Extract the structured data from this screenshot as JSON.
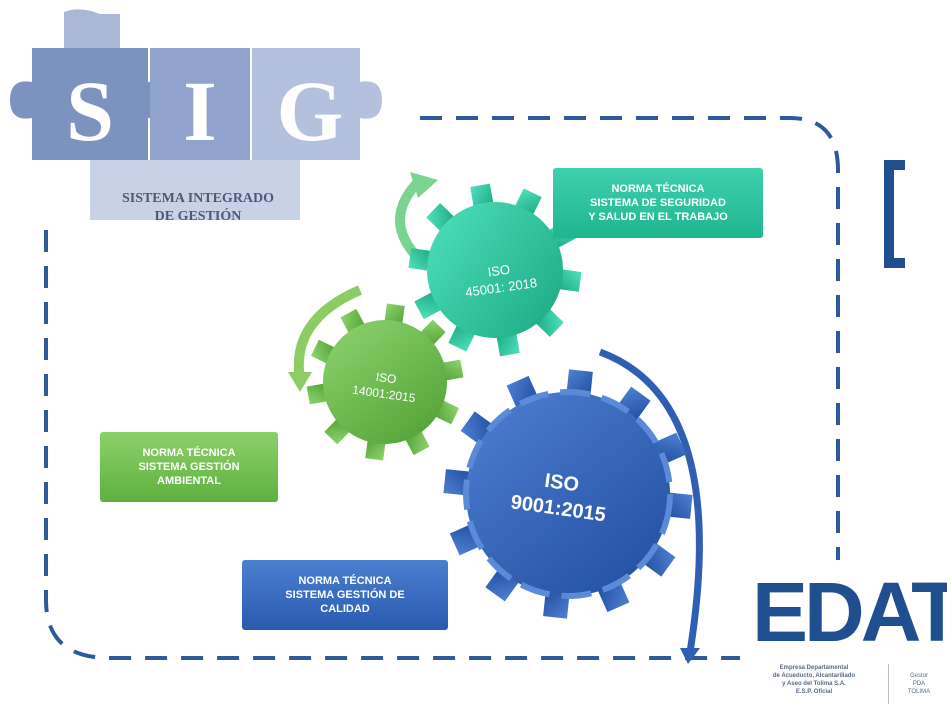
{
  "logo": {
    "letters": [
      "S",
      "I",
      "G"
    ],
    "subtitle_line1": "SISTEMA INTEGRADO",
    "subtitle_line2": "DE GESTIÓN",
    "colors": [
      "#7d93bf",
      "#8fa3cd",
      "#b3c1de"
    ]
  },
  "gears": [
    {
      "line1": "ISO",
      "line2": "45001: 2018",
      "color": "#2ec4a0"
    },
    {
      "line1": "ISO",
      "line2": "14001:2015",
      "color": "#6fbf4c"
    },
    {
      "line1": "ISO",
      "line2": "9001:2015",
      "color": "#2f5fb3"
    }
  ],
  "boxes": {
    "sst": {
      "line1": "NORMA TÉCNICA",
      "line2": "SISTEMA DE SEGURIDAD",
      "line3": "Y SALUD EN EL TRABAJO"
    },
    "ambiental": {
      "line1": "NORMA TÉCNICA",
      "line2": "SISTEMA GESTIÓN",
      "line3": "AMBIENTAL"
    },
    "calidad": {
      "line1": "NORMA TÉCNICA",
      "line2": "SISTEMA GESTIÓN DE",
      "line3": "CALIDAD"
    }
  },
  "edat": {
    "wordmark": "EDAT",
    "caption_line1": "Empresa Departamental",
    "caption_line2": "de Acueducto, Alcantarillado",
    "caption_line3": "y Aseo del Tolima S.A.",
    "caption_line4": "E.S.P. Oficial",
    "side_line1": "Gestor",
    "side_line2": "PDA",
    "side_line3": "TOLIMA"
  },
  "colors": {
    "frame": "#2f5a9a",
    "bracket": "#1f4f8f"
  }
}
